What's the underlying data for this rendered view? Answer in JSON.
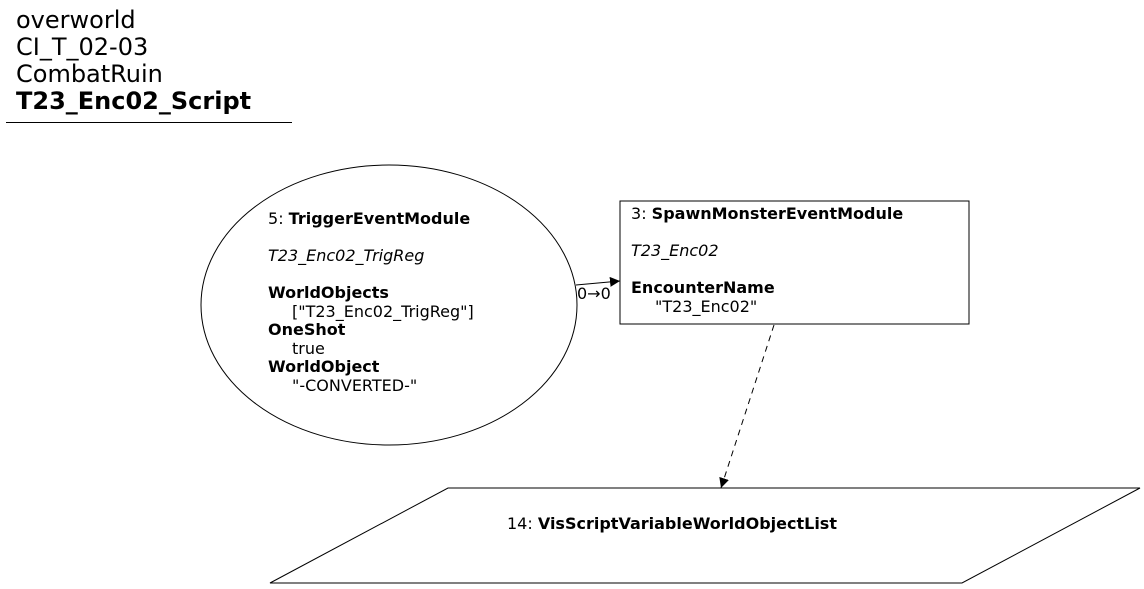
{
  "header": {
    "line1": "overworld",
    "line2": "CI_T_02-03",
    "line3": "CombatRuin",
    "title": "T23_Enc02_Script"
  },
  "nodes": {
    "trigger": {
      "id": "5",
      "type": "TriggerEventModule",
      "name": "T23_Enc02_TrigReg",
      "props": [
        {
          "key": "WorldObjects",
          "value": "[\"T23_Enc02_TrigReg\"]"
        },
        {
          "key": "OneShot",
          "value": "true"
        },
        {
          "key": "WorldObject",
          "value": "\"-CONVERTED-\""
        }
      ]
    },
    "spawn": {
      "id": "3",
      "type": "SpawnMonsterEventModule",
      "name": "T23_Enc02",
      "props": [
        {
          "key": "EncounterName",
          "value": "\"T23_Enc02\""
        }
      ]
    },
    "vis": {
      "id": "14",
      "type": "VisScriptVariableWorldObjectList"
    }
  },
  "edges": {
    "trigger_to_spawn": {
      "label": "0→0",
      "style": "solid"
    },
    "vis_to_spawn": {
      "style": "dashed"
    }
  }
}
